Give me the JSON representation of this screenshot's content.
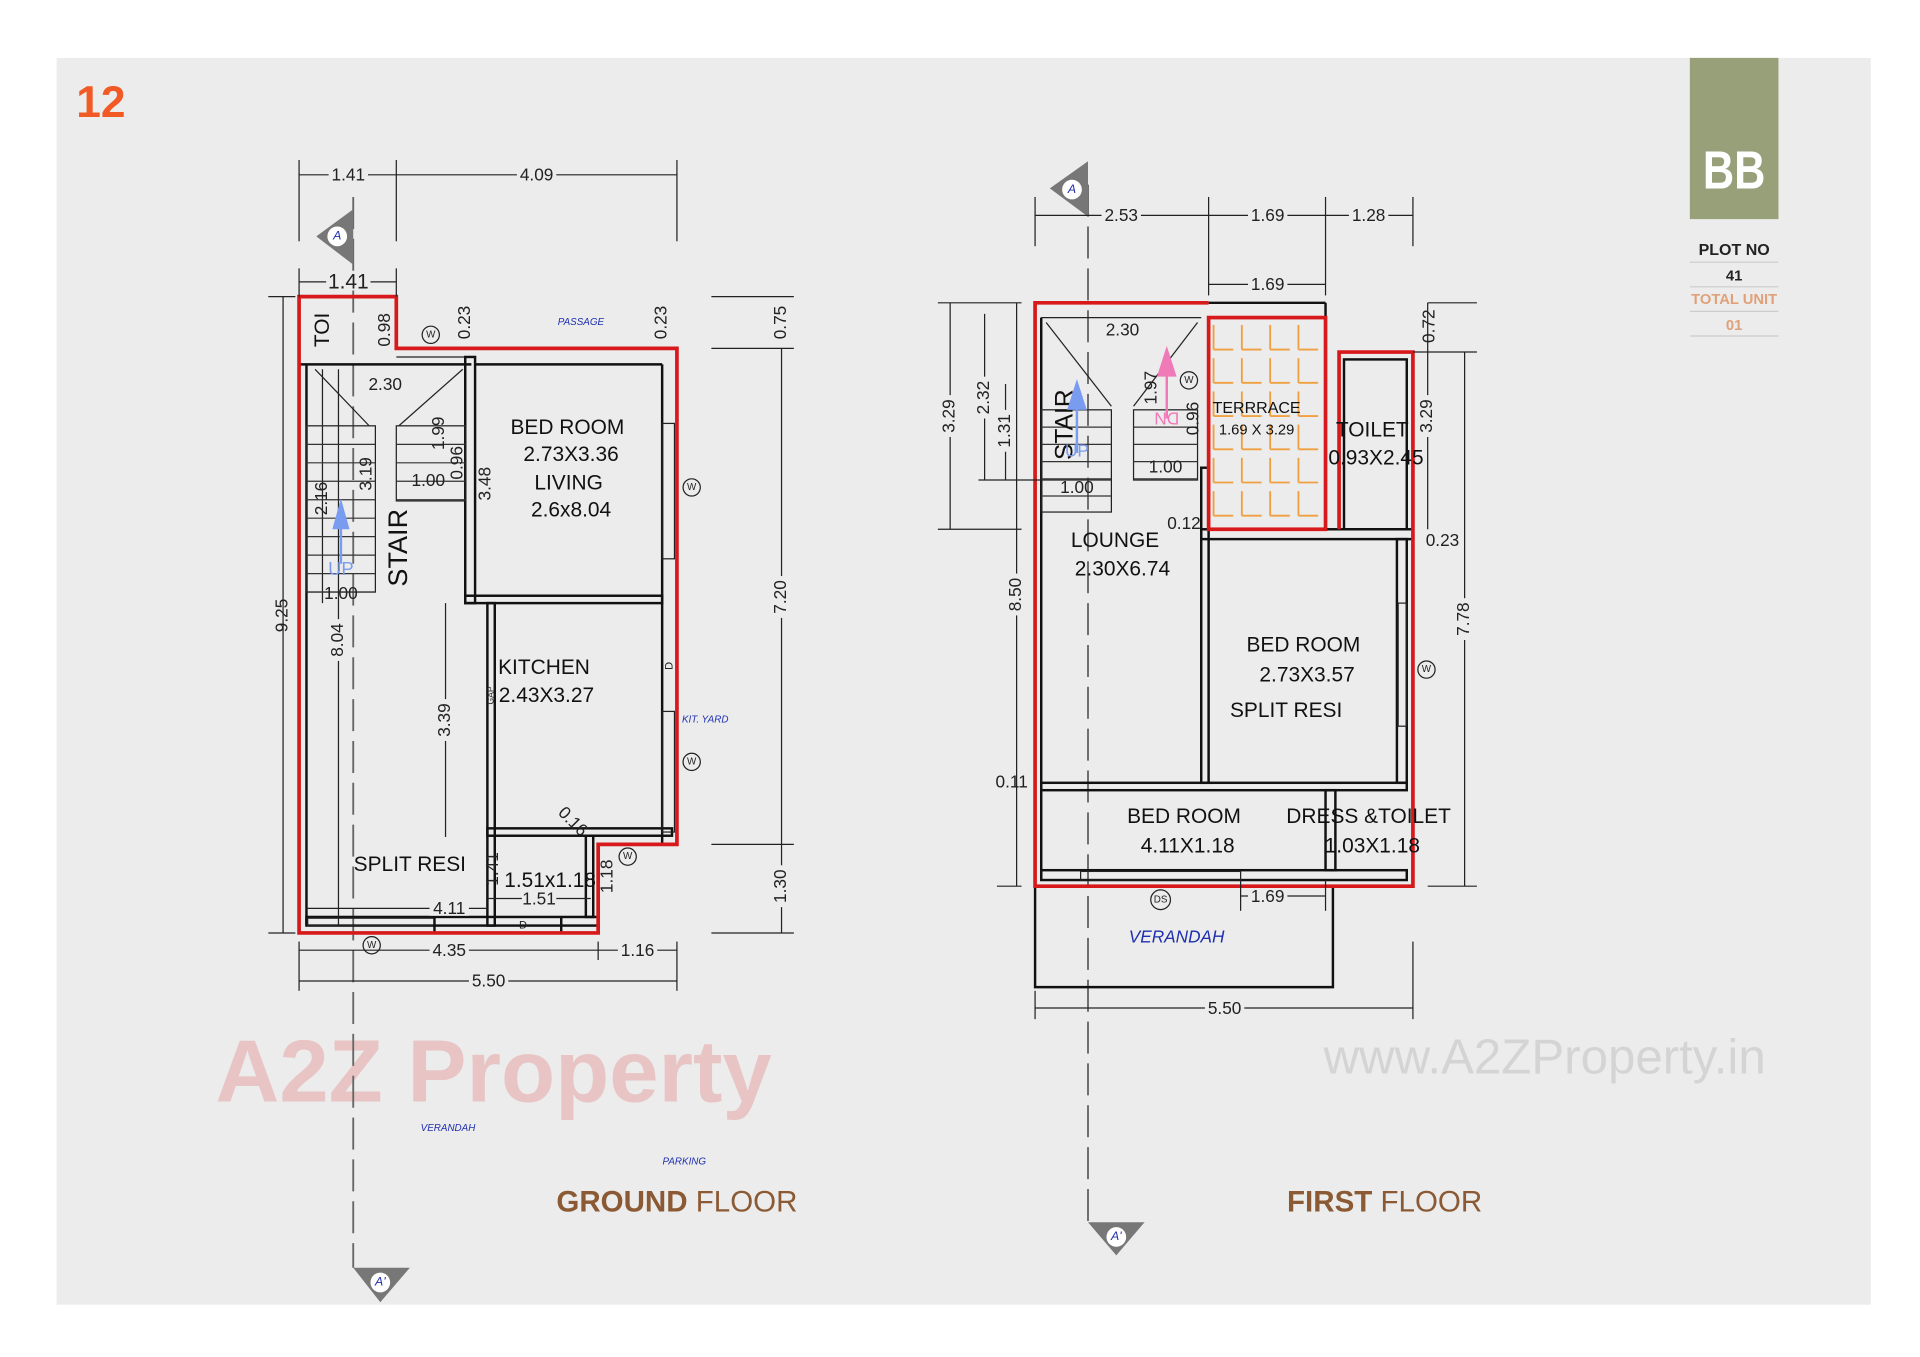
{
  "page_number": "12",
  "badge": {
    "code": "BB",
    "plot_no_label": "PLOT NO",
    "plot_no": "41",
    "total_unit_label": "TOTAL UNIT",
    "total_unit": "01"
  },
  "colors": {
    "page_number": "#f15a24",
    "badge_bg": "#98a07a",
    "total_unit": "#e0a07a",
    "outline": "#d7191c",
    "floor_title": "#8b5a34",
    "terrace_tiles": "#f0a040",
    "stair_up": "#7a9cf0",
    "stair_down": "#f07ab8",
    "annotation_blue": "#1f2fb0"
  },
  "section_marks": {
    "a": "A",
    "a_prime": "A'"
  },
  "ground_floor": {
    "title_bold": "GROUND",
    "title_rest": "FLOOR",
    "rooms": {
      "toilet": "TOI",
      "stair": "STAIR",
      "up": "UP",
      "bedroom": "BED ROOM",
      "bedroom_size": "2.73X3.36",
      "living": "LIVING",
      "living_size": "2.6x8.04",
      "kitchen": "KITCHEN",
      "kitchen_size": "2.43X3.27",
      "split_resi": "SPLIT RESI",
      "small_room_size": "1.51x1.18",
      "passage": "PASSAGE",
      "kit_yard": "KIT. YARD",
      "verandah": "VERANDAH",
      "parking": "PARKING",
      "gap": "GAP",
      "door": "D",
      "window": "W"
    },
    "dims": [
      "1.41",
      "4.09",
      "1.41",
      "9.25",
      "0.75",
      "7.20",
      "1.30",
      "4.35",
      "1.16",
      "5.50",
      "0.98",
      "0.23",
      "0.23",
      "2.30",
      "1.99",
      "3.19",
      "2.16",
      "1.00",
      "0.96",
      "3.48",
      "1.00",
      "8.04",
      "3.39",
      "0.16",
      "1.41",
      "1.18",
      "4.11",
      "1.51"
    ]
  },
  "first_floor": {
    "title_bold": "FIRST",
    "title_rest": "FLOOR",
    "rooms": {
      "stair": "STAIR",
      "up": "UP",
      "down": "DN",
      "terrace": "TERRRACE",
      "terrace_size": "1.69 X 3.29",
      "toilet": "TOILET",
      "toilet_size": "0.93X2.45",
      "lounge": "LOUNGE",
      "lounge_size": "2.30X6.74",
      "bedroom1": "BED ROOM",
      "bedroom1_size": "2.73X3.57",
      "split_resi": "SPLIT RESI",
      "bedroom2": "BED ROOM",
      "bedroom2_size": "4.11X1.18",
      "dress_toilet": "DRESS &TOILET",
      "dress_toilet_size": "1.03X1.18",
      "verandah": "VERANDAH",
      "window": "W",
      "door_sliding": "DS"
    },
    "dims": [
      "2.53",
      "1.69",
      "1.28",
      "1.69",
      "3.29",
      "2.32",
      "1.31",
      "8.50",
      "0.72",
      "3.29",
      "7.78",
      "0.23",
      "5.50",
      "1.69",
      "2.30",
      "1.97",
      "0.96",
      "1.00",
      "1.00",
      "0.12",
      "0.11"
    ]
  },
  "watermark": {
    "logo": "A2Z Property",
    "url": "www.A2ZProperty.in"
  }
}
